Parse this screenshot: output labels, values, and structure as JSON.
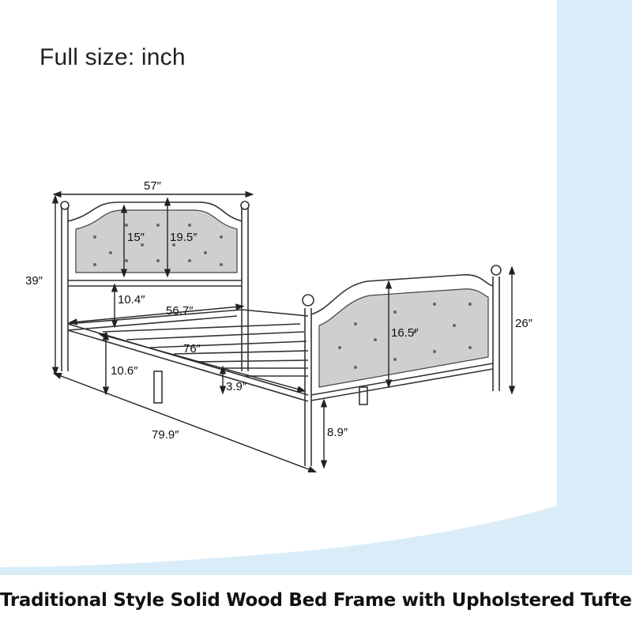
{
  "heading": "Full size: inch",
  "caption": "Traditional Style Solid Wood Bed Frame with Upholstered Tufted",
  "colors": {
    "accent_blue": "#d9ecf8",
    "line": "#333333",
    "upholstery": "#cfcfcf",
    "text": "#111111"
  },
  "dimensions": {
    "headboard_width": "57″",
    "total_height": "39″",
    "headboard_panel_height": "15″",
    "headboard_height": "19.5″",
    "headboard_clearance": "10.4″",
    "inner_width": "56.7″",
    "inner_length": "76″",
    "side_rail_height": "10.6″",
    "slat_drop": "3.9″",
    "total_length": "79.9″",
    "footboard_panel_height": "16.5″",
    "footboard_height": "26″",
    "floor_clearance": "8.9″"
  }
}
